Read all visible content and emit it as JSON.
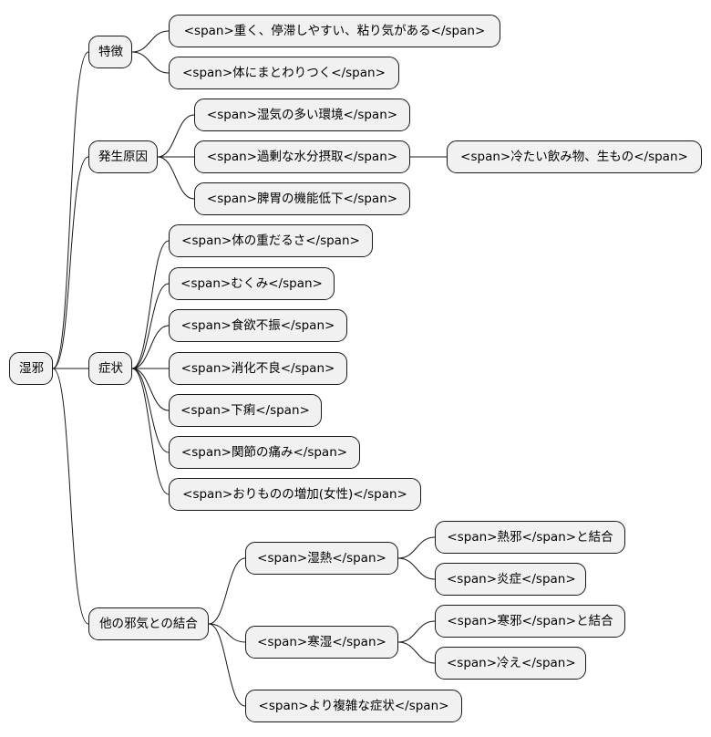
{
  "mindmap": {
    "root": "湿邪",
    "branches": {
      "tokucho": {
        "label": "特徴",
        "items": [
          "<span>重く、停滞しやすい、粘り気がある</span>",
          "<span>体にまとわりつく</span>"
        ]
      },
      "genin": {
        "label": "発生原因",
        "items": [
          "<span>湿気の多い環境</span>",
          "<span>過剰な水分摂取</span>",
          "<span>脾胃の機能低下</span>"
        ],
        "sub_items": [
          "<span>冷たい飲み物、生もの</span>"
        ]
      },
      "shojo": {
        "label": "症状",
        "items": [
          "<span>体の重だるさ</span>",
          "<span>むくみ</span>",
          "<span>食欲不振</span>",
          "<span>消化不良</span>",
          "<span>下痢</span>",
          "<span>関節の痛み</span>",
          "<span>おりものの増加(女性)</span>"
        ]
      },
      "ketsugo": {
        "label": "他の邪気との結合",
        "items": [
          "<span>湿熱</span>",
          "<span>寒湿</span>",
          "<span>より複雑な症状</span>"
        ],
        "shitsunetsu_items": [
          "<span>熱邪</span>と結合",
          "<span>炎症</span>"
        ],
        "kanshitsu_items": [
          "<span>寒邪</span>と結合",
          "<span>冷え</span>"
        ]
      }
    }
  }
}
